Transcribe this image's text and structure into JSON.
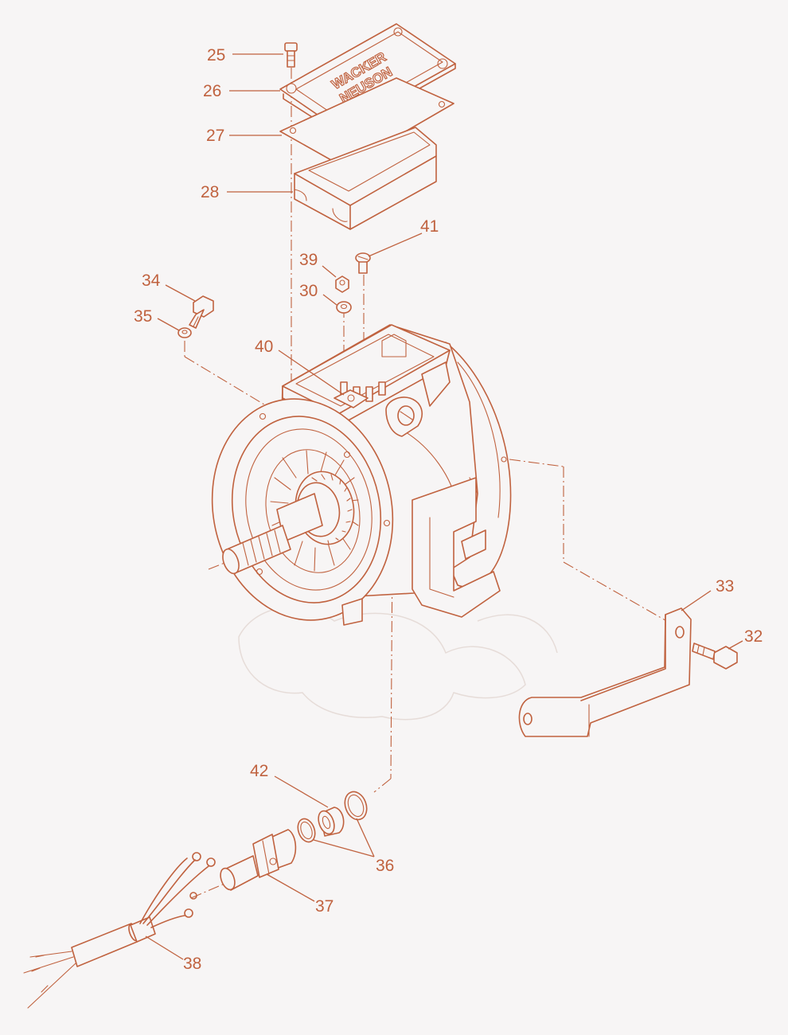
{
  "title": "",
  "accent_color": "#c0623f",
  "background_color": "#f7f5f5",
  "cover_logo": {
    "line1": "WACKER",
    "line2": "NEUSON"
  },
  "callouts": [
    {
      "id": "25",
      "label": "25"
    },
    {
      "id": "26",
      "label": "26"
    },
    {
      "id": "27",
      "label": "27"
    },
    {
      "id": "28",
      "label": "28"
    },
    {
      "id": "41",
      "label": "41"
    },
    {
      "id": "39",
      "label": "39"
    },
    {
      "id": "30",
      "label": "30"
    },
    {
      "id": "34",
      "label": "34"
    },
    {
      "id": "35",
      "label": "35"
    },
    {
      "id": "40",
      "label": "40"
    },
    {
      "id": "33",
      "label": "33"
    },
    {
      "id": "32",
      "label": "32"
    },
    {
      "id": "42",
      "label": "42"
    },
    {
      "id": "36",
      "label": "36"
    },
    {
      "id": "37",
      "label": "37"
    },
    {
      "id": "38",
      "label": "38"
    }
  ]
}
